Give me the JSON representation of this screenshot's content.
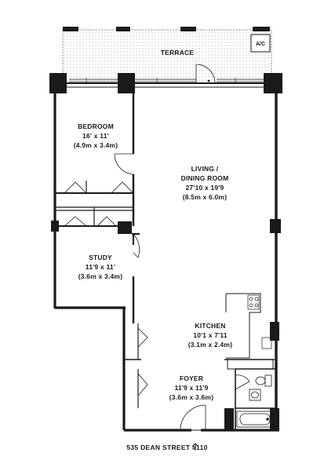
{
  "terrace": {
    "name": "TERRACE",
    "ac": "A/C"
  },
  "bedroom": {
    "name": "BEDROOM",
    "dim_imperial": "16' x 11'",
    "dim_metric": "(4.9m x 3.4m)"
  },
  "living": {
    "name_line1": "LIVING /",
    "name_line2": "DINING ROOM",
    "dim_imperial": "27'10 x 19'9",
    "dim_metric": "(8.5m x 6.0m)"
  },
  "study": {
    "name": "STUDY",
    "dim_imperial": "11'9 x 11'",
    "dim_metric": "(3.6m x 3.4m)"
  },
  "kitchen": {
    "name": "KITCHEN",
    "dim_imperial": "10'1 x 7'11",
    "dim_metric": "(3.1m x 2.4m)"
  },
  "foyer": {
    "name": "FOYER",
    "dim_imperial": "11'9 x 11'9",
    "dim_metric": "(3.6m x 3.6m)"
  },
  "address": "535 DEAN STREET #110",
  "icons": [
    "entry-arrow-icon",
    "door-swing-icon",
    "toilet-icon",
    "bathtub-icon",
    "sink-icon",
    "stove-icon",
    "window-icon",
    "column-icon"
  ]
}
